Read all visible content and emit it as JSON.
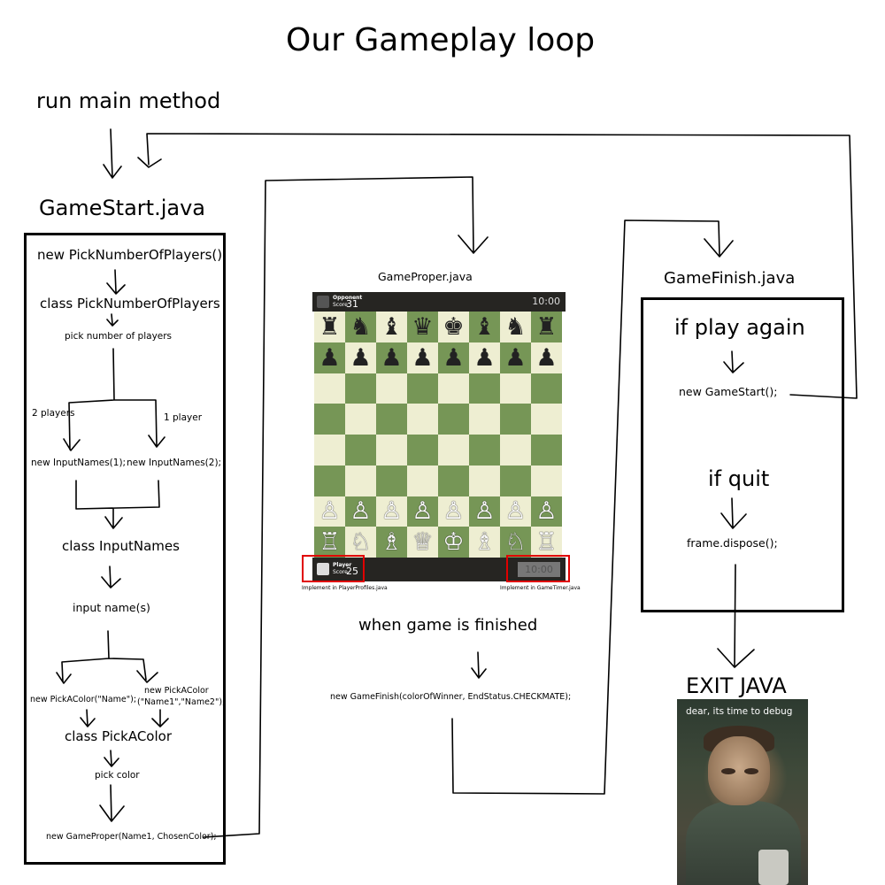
{
  "title": "Our Gameplay loop",
  "run_main": "run main method",
  "gamestart": {
    "heading": "GameStart.java",
    "new_pick_players": "new PickNumberOfPlayers();",
    "class_pick_players": "class PickNumberOfPlayers",
    "pick_number": "pick number of players",
    "two_players": "2 players",
    "one_player": "1 player",
    "input_names_1": "new InputNames(1);",
    "input_names_2": "new InputNames(2);",
    "class_input_names": "class InputNames",
    "input_names": "input name(s)",
    "pick_color_single": "new PickAColor(\"Name\");",
    "pick_color_multi_line1": "new PickAColor",
    "pick_color_multi_line2": "(\"Name1\",\"Name2\");",
    "class_pick_color": "class PickAColor",
    "pick_color": "pick color",
    "new_game_proper": "new GameProper(Name1, ChosenColor);"
  },
  "gameproper": {
    "heading": "GameProper.java",
    "opponent_label": "Opponent",
    "opponent_score_label": "Score",
    "opponent_score": "31",
    "top_clock": "10:00",
    "player_label": "Player",
    "player_score_label": "Score",
    "player_score": "25",
    "bottom_clock": "10:00",
    "note_left": "Implement in PlayerProfiles.java",
    "note_right": "Implement in GameTimer.java",
    "board_colors": {
      "light": "#eeeed2",
      "dark": "#769656"
    },
    "board_rows": [
      [
        "♜",
        "♞",
        "♝",
        "♛",
        "♚",
        "♝",
        "♞",
        "♜"
      ],
      [
        "♟",
        "♟",
        "♟",
        "♟",
        "♟",
        "♟",
        "♟",
        "♟"
      ],
      [
        "",
        "",
        "",
        "",
        "",
        "",
        "",
        ""
      ],
      [
        "",
        "",
        "",
        "",
        "",
        "",
        "",
        ""
      ],
      [
        "",
        "",
        "",
        "",
        "",
        "",
        "",
        ""
      ],
      [
        "",
        "",
        "",
        "",
        "",
        "",
        "",
        ""
      ],
      [
        "♙",
        "♙",
        "♙",
        "♙",
        "♙",
        "♙",
        "♙",
        "♙"
      ],
      [
        "♖",
        "♘",
        "♗",
        "♕",
        "♔",
        "♗",
        "♘",
        "♖"
      ]
    ],
    "when_finished": "when game is finished",
    "new_game_finish": "new GameFinish(colorOfWinner, EndStatus.CHECKMATE);"
  },
  "gamefinish": {
    "heading": "GameFinish.java",
    "if_play_again": "if play again",
    "new_game_start": "new GameStart();",
    "if_quit": "if quit",
    "frame_dispose": "frame.dispose();"
  },
  "exit": {
    "label": "EXIT JAVA",
    "meme_caption": "dear, its time to debug"
  }
}
